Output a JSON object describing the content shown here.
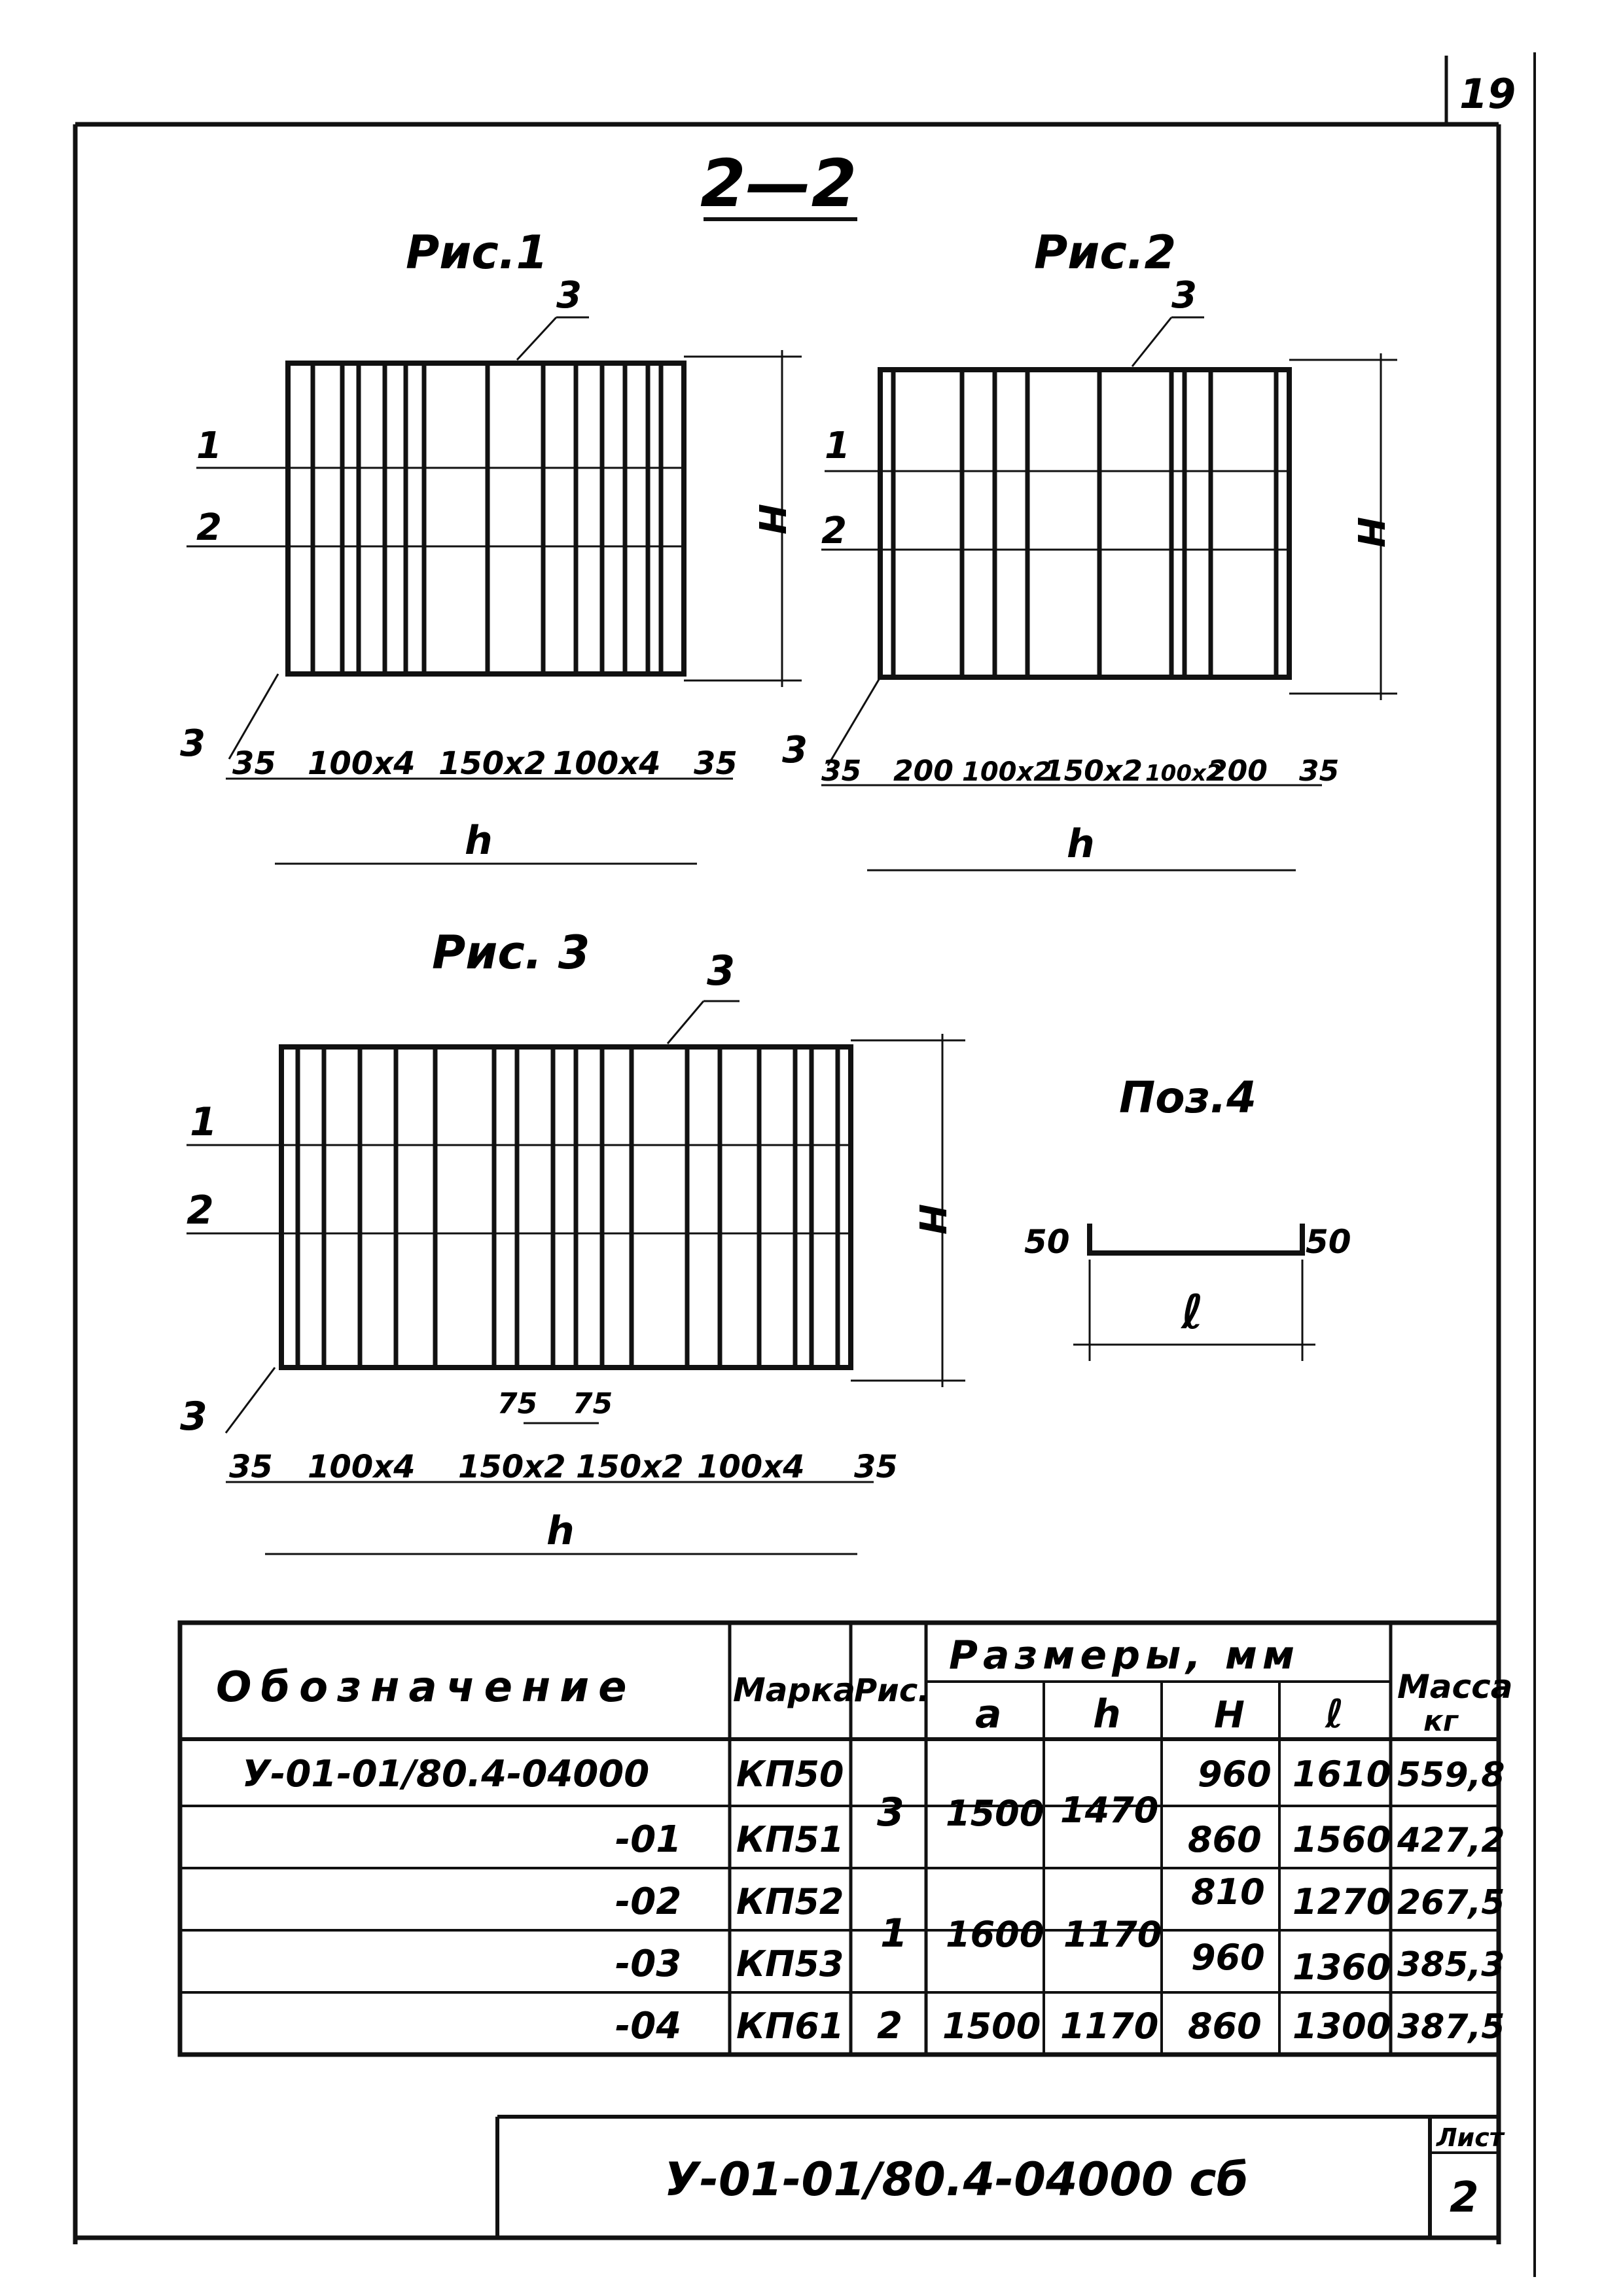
{
  "page_number": "19",
  "section_title": "2—2",
  "figures": {
    "fig1": {
      "title": "Рис.1",
      "labels": {
        "top": "3",
        "row1": "1",
        "row2": "2",
        "bottom": "3",
        "height": "H",
        "width": "h"
      },
      "dims": [
        "35",
        "100x4",
        "150x2",
        "100x4",
        "35"
      ]
    },
    "fig2": {
      "title": "Рис.2",
      "labels": {
        "top": "3",
        "row1": "1",
        "row2": "2",
        "bottom": "3",
        "height": "H",
        "width": "h"
      },
      "dims": [
        "35",
        "200",
        "100x2",
        "150x2",
        "100x2",
        "200",
        "35"
      ]
    },
    "fig3": {
      "title": "Рис. 3",
      "labels": {
        "top": "3",
        "row1": "1",
        "row2": "2",
        "bottom": "3",
        "height": "H",
        "width": "h"
      },
      "dims": [
        "35",
        "100x4",
        "150x2",
        "150x2",
        "100x4",
        "35"
      ],
      "center_dims": [
        "75",
        "75"
      ]
    },
    "pos4": {
      "title": "Поз.4",
      "left": "50",
      "right": "50",
      "length": "ℓ"
    }
  },
  "table": {
    "headers": {
      "designation": "Обозначение",
      "mark": "Марка",
      "fig": "Рис.",
      "sizes": "Размеры, мм",
      "a": "a",
      "h": "h",
      "H": "H",
      "l": "ℓ",
      "mass": "Масса",
      "mass_unit": "кг"
    },
    "rows": [
      {
        "designation": "У-01-01/80.4-04000",
        "mark": "КП50",
        "H": "960",
        "l": "1610",
        "mass": "559,8"
      },
      {
        "designation": "-01",
        "mark": "КП51",
        "H": "860",
        "l": "1560",
        "mass": "427,2"
      },
      {
        "designation": "-02",
        "mark": "КП52",
        "H": "810",
        "l": "1270",
        "mass": "267,5"
      },
      {
        "designation": "-03",
        "mark": "КП53",
        "H": "960",
        "l": "1360",
        "mass": "385,3"
      },
      {
        "designation": "-04",
        "mark": "КП61",
        "H": "860",
        "l": "1300",
        "mass": "387,5"
      }
    ],
    "groups": [
      {
        "fig": "3",
        "a": "1500",
        "h": "1470"
      },
      {
        "fig": "1",
        "a": "1600",
        "h": "1170"
      },
      {
        "fig": "2",
        "a": "1500",
        "h": "1170"
      }
    ]
  },
  "title_block": {
    "code": "У-01-01/80.4-04000 сб",
    "sheet_label": "Лист",
    "sheet_number": "2"
  }
}
